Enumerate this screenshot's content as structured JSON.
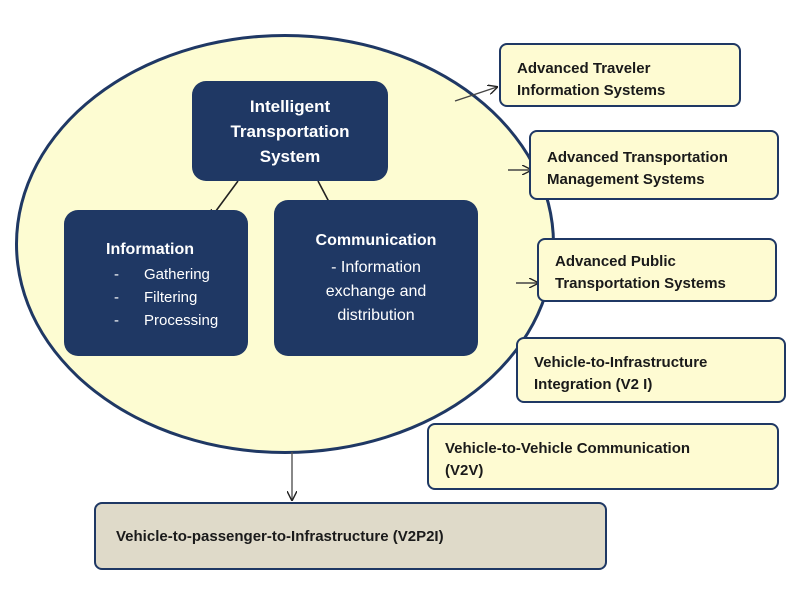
{
  "core": {
    "title_lines": [
      "Intelligent",
      "Transportation",
      "System"
    ]
  },
  "information": {
    "title": "Information",
    "items": [
      "Gathering",
      "Filtering",
      "Processing"
    ],
    "bullet": "-"
  },
  "communication": {
    "title": "Communication",
    "lines": [
      "- Information",
      "exchange and",
      "distribution"
    ]
  },
  "subsystems": [
    {
      "lines": [
        "Advanced Traveler",
        "Information Systems"
      ]
    },
    {
      "lines": [
        "Advanced Transportation",
        "Management Systems"
      ]
    },
    {
      "lines": [
        "Advanced Public",
        "Transportation Systems"
      ]
    },
    {
      "lines": [
        "Vehicle-to-Infrastructure",
        "Integration (V2 I)"
      ]
    },
    {
      "lines": [
        "Vehicle-to-Vehicle Communication",
        "(V2V)"
      ]
    }
  ],
  "bottom": {
    "label": "Vehicle-to-passenger-to-Infrastructure (V2P2I)"
  },
  "colors": {
    "navy": "#1f3864",
    "ellipse_fill": "#fdfcd2",
    "box_fill": "#fefbd2",
    "bottom_fill": "#dfdac9"
  }
}
